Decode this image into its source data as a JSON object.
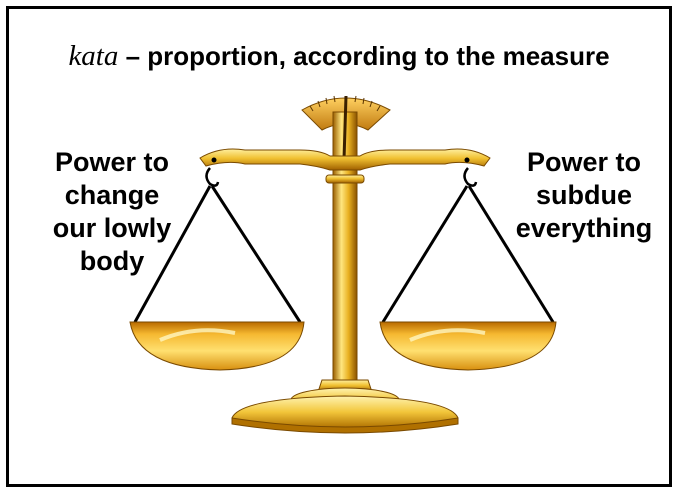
{
  "title": {
    "greek_word": "kata",
    "rest": " – proportion, according to the measure"
  },
  "left_label": {
    "lines": [
      "Power to",
      "change",
      "our lowly",
      "body"
    ]
  },
  "right_label": {
    "lines": [
      "Power to",
      "subdue",
      "everything"
    ]
  },
  "colors": {
    "gold_light": "#FFE680",
    "gold": "#E8B020",
    "gold_dark": "#8A5A00",
    "bronze": "#B06A10",
    "frame": "#000000"
  }
}
